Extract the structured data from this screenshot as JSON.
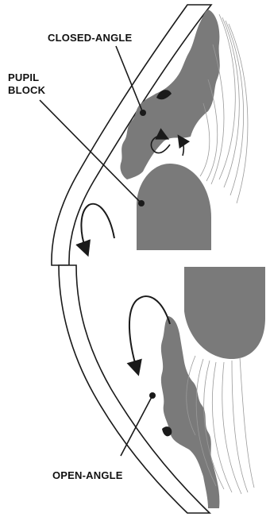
{
  "labels": {
    "closed_angle": "CLOSED-ANGLE",
    "pupil_block_line1": "PUPIL",
    "pupil_block_line2": "BLOCK",
    "open_angle": "OPEN-ANGLE"
  },
  "colors": {
    "tissue": "#7a7a7a",
    "outline": "#1a1a1a",
    "background": "#ffffff"
  }
}
